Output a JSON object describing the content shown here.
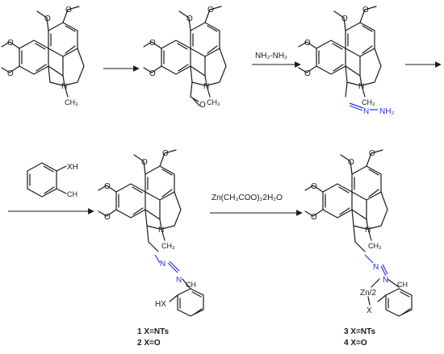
{
  "reagents": {
    "hydrazine": "NH₂-NH₂",
    "zinc_salt": "Zn(CH₃COO)₂2H₂O"
  },
  "atoms": {
    "methoxy": "O",
    "methyl": "CH₃",
    "ring_n": "N",
    "aldehyde_o": "O",
    "hydrazone_n": "N",
    "nh2": "NH₂",
    "ch": "CH",
    "xh": "XH",
    "hx": "HX",
    "x": "X",
    "zn": "Zn/2"
  },
  "captions": {
    "compound_1": "1 X=NTs",
    "compound_2": "2 X=O",
    "compound_3": "3 X=NTs",
    "compound_4": "4 X=O"
  }
}
